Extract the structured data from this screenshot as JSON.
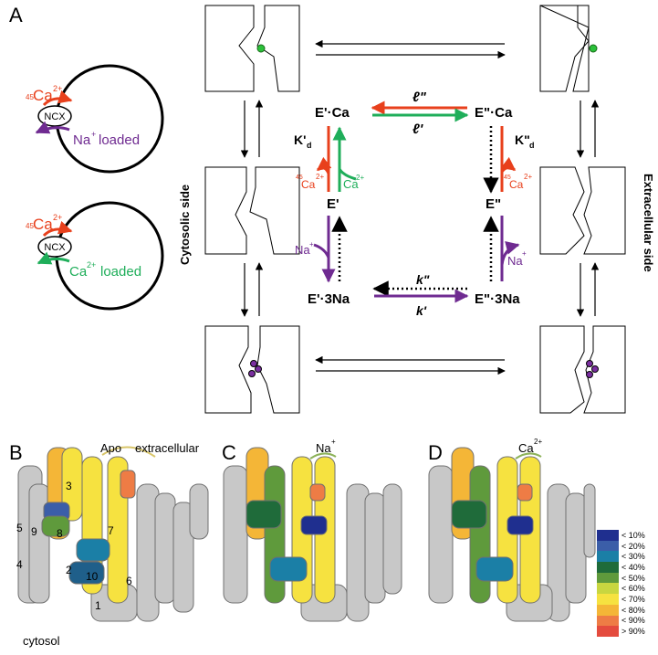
{
  "panels": {
    "a": "A",
    "b": "B",
    "c": "C",
    "d": "D"
  },
  "side_labels": {
    "cytosolic": "Cytosolic side",
    "extracellular": "Extracellular side"
  },
  "vesicles": [
    {
      "top_ion": "45Ca",
      "top_charge": "2+",
      "transporter": "NCX",
      "loaded_ion": "Na",
      "loaded_charge": "+",
      "loaded_word": "loaded"
    },
    {
      "top_ion": "45Ca",
      "top_charge": "2+",
      "transporter": "NCX",
      "loaded_ion": "Ca",
      "loaded_charge": "2+",
      "loaded_word": "loaded"
    }
  ],
  "scheme": {
    "e1_ca": "E'·Ca",
    "e2_ca": "E\"·Ca",
    "e1": "E'",
    "e2": "E\"",
    "e1_3na": "E'·3Na",
    "e2_3na": "E\"·3Na",
    "l_rev": "ℓ\"",
    "l_fwd": "ℓ'",
    "k_rev": "k\"",
    "k_fwd": "k'",
    "kd1": "K'd",
    "kd2": "K\"d",
    "ca45": "45Ca",
    "ca_charge": "2+",
    "ca": "Ca",
    "na": "Na",
    "na_charge": "+"
  },
  "structure_labels": {
    "b_state": "Apo",
    "b_side": "extracellular",
    "b_bottom": "cytosol",
    "c_state": "Na",
    "c_state_charge": "+",
    "d_state": "Ca",
    "d_state_charge": "2+",
    "helices": [
      "1",
      "2",
      "3",
      "4",
      "5",
      "6",
      "7",
      "8",
      "9",
      "10"
    ]
  },
  "legend": [
    {
      "label": "< 10%",
      "color": "#1f2f8f"
    },
    {
      "label": "< 20%",
      "color": "#3b5ea8"
    },
    {
      "label": "< 30%",
      "color": "#1b7fa6"
    },
    {
      "label": "< 40%",
      "color": "#1f6b3a"
    },
    {
      "label": "< 50%",
      "color": "#5f9a3c"
    },
    {
      "label": "< 60%",
      "color": "#c8d640"
    },
    {
      "label": "< 70%",
      "color": "#f6e240"
    },
    {
      "label": "< 80%",
      "color": "#f4b637"
    },
    {
      "label": "< 90%",
      "color": "#ee7c45"
    },
    {
      "label": "> 90%",
      "color": "#e44b3e"
    }
  ],
  "colors": {
    "red": "#e8401c",
    "green": "#1fae5a",
    "purple": "#6f2b91",
    "ion_green": "#2bc03a",
    "ion_purple": "#7a2fa0"
  }
}
